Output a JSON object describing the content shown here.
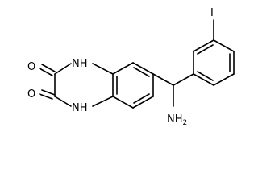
{
  "molecule": {
    "labels": {
      "iodine": "I",
      "oxygen_top": "O",
      "oxygen_bottom": "O",
      "nh_top": "NH",
      "nh_bottom": "NH",
      "amine": "NH",
      "amine_subscript": "2"
    },
    "colors": {
      "bond": "#000000",
      "text": "#000000",
      "background": "#ffffff"
    }
  }
}
